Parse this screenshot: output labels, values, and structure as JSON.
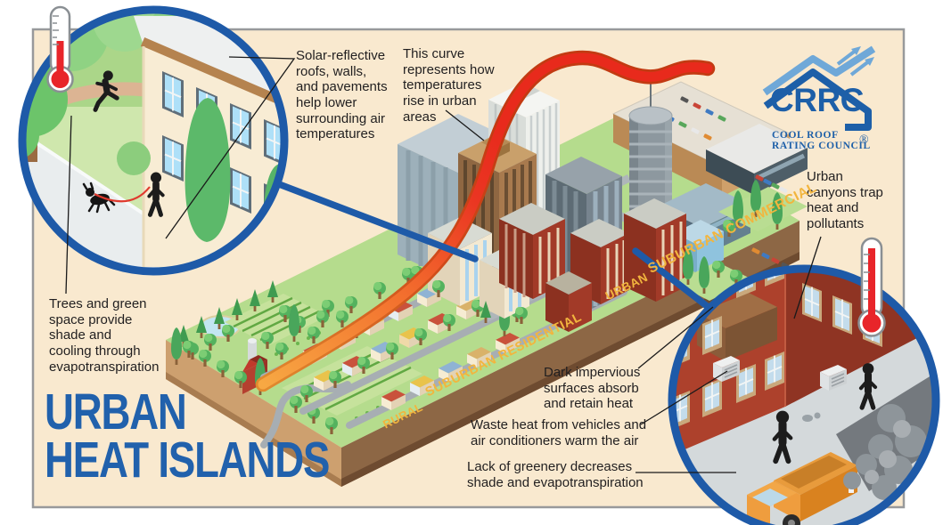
{
  "title": {
    "line1": "URBAN",
    "line2": "HEAT ISLANDS"
  },
  "logo": {
    "acronym": "CRRC",
    "org_line1": "COOL ROOF",
    "org_line2": "RATING COUNCIL",
    "registered": "®"
  },
  "zones": {
    "rural": "RURAL",
    "suburban_residential": "SUBURBAN RESIDENTIAL",
    "urban": "URBAN",
    "suburban_commercial": "SUBURBAN COMMERCIAL"
  },
  "annotations": {
    "solar_reflective": "Solar-reflective\nroofs, walls,\nand pavements\nhelp lower\nsurrounding air\ntemperatures",
    "curve": "This curve\nrepresents how\ntemperatures\nrise in urban\nareas",
    "urban_canyons": "Urban\ncanyons trap\nheat and\npollutants",
    "trees": "Trees and green\nspace provide\nshade and\ncooling through\nevapotranspiration",
    "dark_surfaces": "Dark impervious\nsurfaces absorb\nand retain heat",
    "waste_heat": "Waste heat from vehicles and\nair conditioners warm the air",
    "lack_greenery": "Lack of greenery decreases\nshade and evapotranspiration"
  },
  "icons": {
    "thermometer_low": "thermometer-low-icon",
    "thermometer_high": "thermometer-high-icon",
    "magnifier_green": "green-space-callout",
    "magnifier_urban": "urban-canyon-callout"
  },
  "colors": {
    "background_cream": "#f9e9cf",
    "accent_blue": "#1e5aa8",
    "title_blue": "#2161ac",
    "logo_blue": "#1d5fa8",
    "curve_red": "#e82a1c",
    "curve_orange": "#f7a843",
    "zone_label_gold": "#f2b53e",
    "platform_green": "#b5dc8d",
    "platform_brown": "#8d6745",
    "brick_red": "#ad412c",
    "thermometer_red": "#e8252a"
  }
}
